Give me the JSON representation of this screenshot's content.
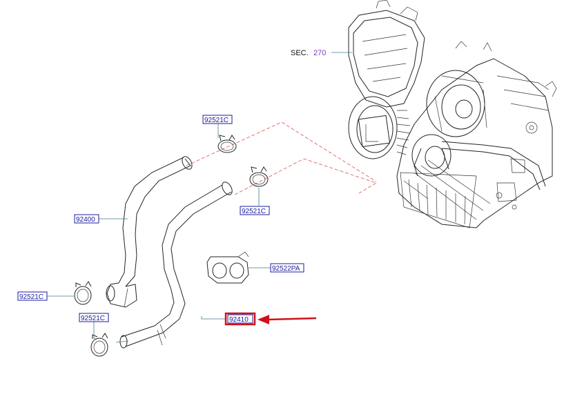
{
  "diagram": {
    "section_ref": {
      "prefix": "SEC.",
      "number": "270"
    },
    "labels": {
      "clamp_top": "92521C",
      "clamp_mid": "92521C",
      "hose_inlet": "92400",
      "bracket": "92522PA",
      "clamp_left": "92521C",
      "clamp_bottom": "92521C",
      "hose_outlet": "92410"
    },
    "colors": {
      "label_text": "#1a1aa0",
      "section_number": "#7a3bbf",
      "highlight": "#d0101a",
      "phantom_line": "#e06060"
    }
  }
}
